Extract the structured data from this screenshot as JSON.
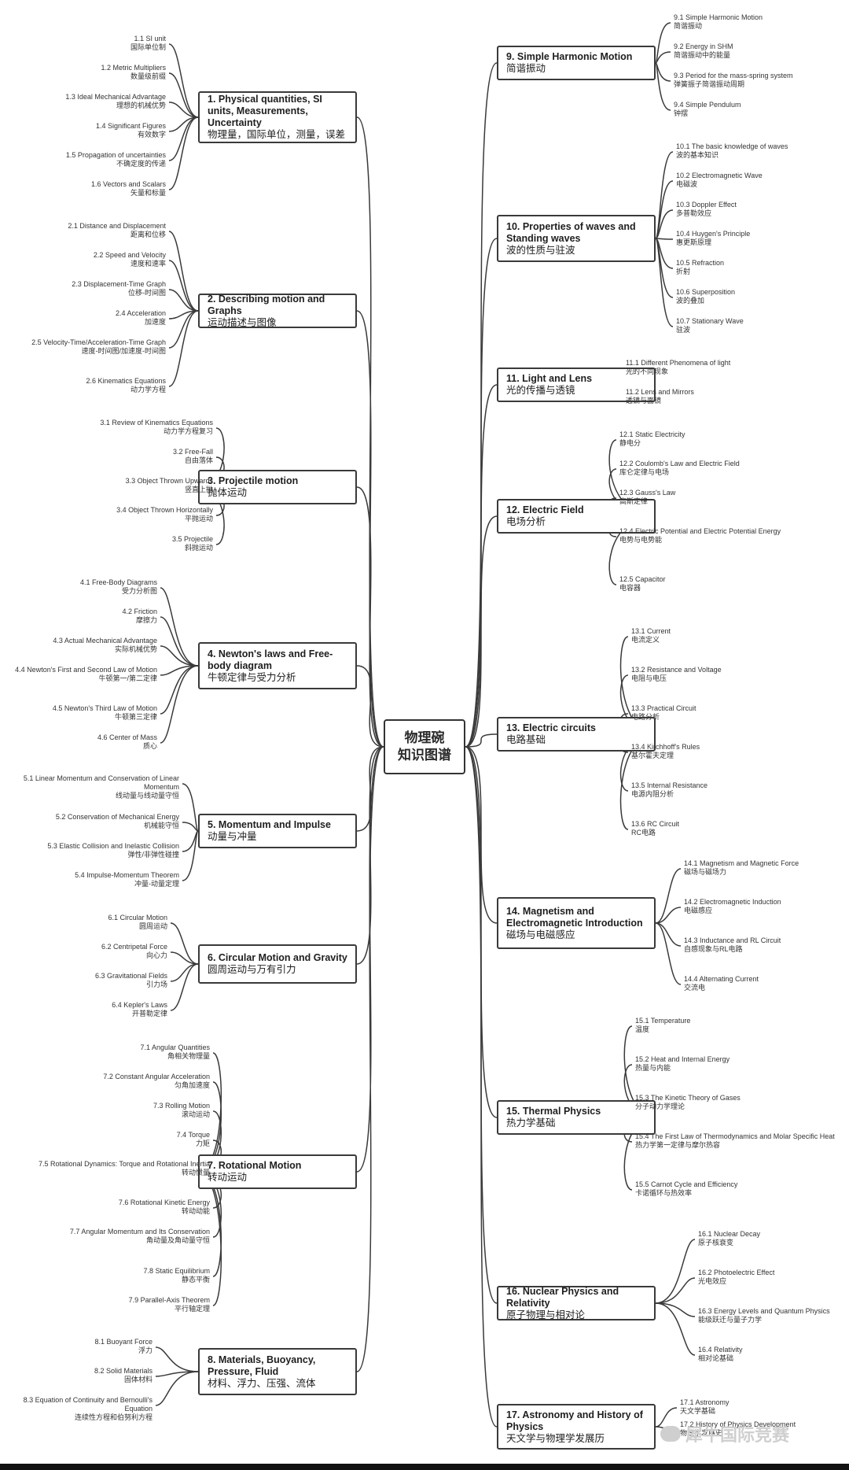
{
  "center": {
    "line1": "物理碗",
    "line2": "知识图谱"
  },
  "watermark": "犀牛国际竞赛",
  "left_topics": [
    {
      "en": "1. Physical quantities, SI units, Measurements, Uncertainty",
      "zh": "物理量，国际单位，测量，误差",
      "subs": [
        {
          "en": "1.1 SI unit",
          "zh": "国际单位制"
        },
        {
          "en": "1.2 Metric Multipliers",
          "zh": "数量级前缀"
        },
        {
          "en": "1.3 Ideal Mechanical Advantage",
          "zh": "理想的机械优势"
        },
        {
          "en": "1.4 Significant Figures",
          "zh": "有效数字"
        },
        {
          "en": "1.5 Propagation of uncertainties",
          "zh": "不确定度的传递"
        },
        {
          "en": "1.6 Vectors and Scalars",
          "zh": "矢量和标量"
        }
      ]
    },
    {
      "en": "2. Describing motion and Graphs",
      "zh": "运动描述与图像",
      "subs": [
        {
          "en": "2.1 Distance and Displacement",
          "zh": "距离和位移"
        },
        {
          "en": "2.2 Speed and Velocity",
          "zh": "速度和速率"
        },
        {
          "en": "2.3 Displacement-Time Graph",
          "zh": "位移-时间图"
        },
        {
          "en": "2.4 Acceleration",
          "zh": "加速度"
        },
        {
          "en": "2.5 Velocity-Time/Acceleration-Time Graph",
          "zh": "速度-时间图/加速度-时间图"
        },
        {
          "en": "2.6 Kinematics Equations",
          "zh": "动力学方程"
        }
      ]
    },
    {
      "en": "3. Projectile motion",
      "zh": "抛体运动",
      "subs": [
        {
          "en": "3.1 Review of Kinematics Equations",
          "zh": "动力学方程复习"
        },
        {
          "en": "3.2 Free-Fall",
          "zh": "自由落体"
        },
        {
          "en": "3.3 Object Thrown Upwards",
          "zh": "竖直上抛"
        },
        {
          "en": "3.4 Object Thrown Horizontally",
          "zh": "平抛运动"
        },
        {
          "en": "3.5 Projectile",
          "zh": "斜抛运动"
        }
      ]
    },
    {
      "en": "4. Newton's laws and Free-body diagram",
      "zh": "牛顿定律与受力分析",
      "subs": [
        {
          "en": "4.1 Free-Body Diagrams",
          "zh": "受力分析图"
        },
        {
          "en": "4.2 Friction",
          "zh": "摩擦力"
        },
        {
          "en": "4.3 Actual Mechanical Advantage",
          "zh": "实际机械优势"
        },
        {
          "en": "4.4 Newton's First and Second Law of Motion",
          "zh": "牛顿第一/第二定律"
        },
        {
          "en": "4.5 Newton's Third Law of Motion",
          "zh": "牛顿第三定律"
        },
        {
          "en": "4.6 Center of Mass",
          "zh": "质心"
        }
      ]
    },
    {
      "en": "5. Momentum and Impulse",
      "zh": "动量与冲量",
      "subs": [
        {
          "en": "5.1 Linear Momentum and Conservation of Linear Momentum",
          "zh": "线动量与线动量守恒"
        },
        {
          "en": "5.2 Conservation of Mechanical Energy",
          "zh": "机械能守恒"
        },
        {
          "en": "5.3 Elastic Collision and Inelastic Collision",
          "zh": "弹性/非弹性碰撞"
        },
        {
          "en": "5.4 Impulse-Momentum Theorem",
          "zh": "冲量-动量定理"
        }
      ]
    },
    {
      "en": "6. Circular Motion and Gravity",
      "zh": "圆周运动与万有引力",
      "subs": [
        {
          "en": "6.1 Circular Motion",
          "zh": "圆周运动"
        },
        {
          "en": "6.2 Centripetal Force",
          "zh": "向心力"
        },
        {
          "en": "6.3 Gravitational Fields",
          "zh": "引力场"
        },
        {
          "en": "6.4 Kepler's Laws",
          "zh": "开普勒定律"
        }
      ]
    },
    {
      "en": "7. Rotational Motion",
      "zh": "转动运动",
      "subs": [
        {
          "en": "7.1 Angular Quantities",
          "zh": "角相关物理量"
        },
        {
          "en": "7.2 Constant Angular Acceleration",
          "zh": "匀角加速度"
        },
        {
          "en": "7.3 Rolling Motion",
          "zh": "滚动运动"
        },
        {
          "en": "7.4 Torque",
          "zh": "力矩"
        },
        {
          "en": "7.5 Rotational Dynamics: Torque and Rotational Inertia",
          "zh": "转动惯量"
        },
        {
          "en": "7.6 Rotational Kinetic Energy",
          "zh": "转动动能"
        },
        {
          "en": "7.7 Angular Momentum and Its Conservation",
          "zh": "角动量及角动量守恒"
        },
        {
          "en": "7.8 Static Equilibrium",
          "zh": "静态平衡"
        },
        {
          "en": "7.9 Parallel-Axis Theorem",
          "zh": "平行轴定理"
        }
      ]
    },
    {
      "en": "8. Materials, Buoyancy, Pressure, Fluid",
      "zh": "材料、浮力、压强、流体",
      "subs": [
        {
          "en": "8.1 Buoyant Force",
          "zh": "浮力"
        },
        {
          "en": "8.2 Solid Materials",
          "zh": "固体材料"
        },
        {
          "en": "8.3 Equation of Continuity and Bernoulli's Equation",
          "zh": "连续性方程和伯努利方程"
        }
      ]
    }
  ],
  "right_topics": [
    {
      "en": "9. Simple Harmonic Motion",
      "zh": "简谐振动",
      "subs": [
        {
          "en": "9.1 Simple Harmonic Motion",
          "zh": "简谐振动"
        },
        {
          "en": "9.2 Energy in SHM",
          "zh": "简谐振动中的能量"
        },
        {
          "en": "9.3 Period for the mass-spring system",
          "zh": "弹簧振子简谐振动周期"
        },
        {
          "en": "9.4 Simple Pendulum",
          "zh": "钟摆"
        }
      ]
    },
    {
      "en": "10. Properties of waves and Standing waves",
      "zh": "波的性质与驻波",
      "subs": [
        {
          "en": "10.1 The basic knowledge of waves",
          "zh": "波的基本知识"
        },
        {
          "en": "10.2 Electromagnetic Wave",
          "zh": "电磁波"
        },
        {
          "en": "10.3 Doppler Effect",
          "zh": "多普勒效应"
        },
        {
          "en": "10.4 Huygen's Principle",
          "zh": "惠更斯原理"
        },
        {
          "en": "10.5 Refraction",
          "zh": "折射"
        },
        {
          "en": "10.6 Superposition",
          "zh": "波的叠加"
        },
        {
          "en": "10.7 Stationary Wave",
          "zh": "驻波"
        }
      ]
    },
    {
      "en": "11. Light and Lens",
      "zh": "光的传播与透镜",
      "subs": [
        {
          "en": "11.1 Different Phenomena of light",
          "zh": "光的不同现象"
        },
        {
          "en": "11.2 Lens and Mirrors",
          "zh": "透镜与面镜"
        }
      ]
    },
    {
      "en": "12. Electric Field",
      "zh": "电场分析",
      "subs": [
        {
          "en": "12.1 Static Electricity",
          "zh": "静电分"
        },
        {
          "en": "12.2 Coulomb's Law and Electric Field",
          "zh": "库仑定律与电场"
        },
        {
          "en": "12.3 Gauss's Law",
          "zh": "高斯定律"
        },
        {
          "en": "12.4 Electric Potential and Electric Potential Energy",
          "zh": "电势与电势能"
        },
        {
          "en": "12.5 Capacitor",
          "zh": "电容器"
        }
      ]
    },
    {
      "en": "13. Electric circuits",
      "zh": "电路基础",
      "subs": [
        {
          "en": "13.1 Current",
          "zh": "电流定义"
        },
        {
          "en": "13.2 Resistance and Voltage",
          "zh": "电阻与电压"
        },
        {
          "en": "13.3 Practical Circuit",
          "zh": "电路分析"
        },
        {
          "en": "13.4 Kirchhoff's Rules",
          "zh": "基尔霍夫定理"
        },
        {
          "en": "13.5 Internal Resistance",
          "zh": "电源内阻分析"
        },
        {
          "en": "13.6 RC Circuit",
          "zh": "RC电路"
        }
      ]
    },
    {
      "en": "14. Magnetism and Electromagnetic Introduction",
      "zh": "磁场与电磁感应",
      "subs": [
        {
          "en": "14.1 Magnetism and Magnetic Force",
          "zh": "磁场与磁场力"
        },
        {
          "en": "14.2 Electromagnetic Induction",
          "zh": "电磁感应"
        },
        {
          "en": "14.3 Inductance and RL Circuit",
          "zh": "自感现象与RL电路"
        },
        {
          "en": "14.4 Alternating Current",
          "zh": "交流电"
        }
      ]
    },
    {
      "en": "15. Thermal Physics",
      "zh": "热力学基础",
      "subs": [
        {
          "en": "15.1 Temperature",
          "zh": "温度"
        },
        {
          "en": "15.2 Heat and Internal Energy",
          "zh": "热量与内能"
        },
        {
          "en": "15.3 The Kinetic Theory of Gases",
          "zh": "分子动力学理论"
        },
        {
          "en": "15.4 The First Law of Thermodynamics and Molar Specific Heat",
          "zh": "热力学第一定律与摩尔热容"
        },
        {
          "en": "15.5 Carnot Cycle and Efficiency",
          "zh": "卡诺循环与热效率"
        }
      ]
    },
    {
      "en": "16. Nuclear Physics and Relativity",
      "zh": "原子物理与相对论",
      "subs": [
        {
          "en": "16.1 Nuclear Decay",
          "zh": "原子核衰变"
        },
        {
          "en": "16.2 Photoelectric Effect",
          "zh": "光电效应"
        },
        {
          "en": "16.3 Energy Levels and Quantum Physics",
          "zh": "能级跃迁与量子力学"
        },
        {
          "en": "16.4 Relativity",
          "zh": "相对论基础"
        }
      ]
    },
    {
      "en": "17. Astronomy and History of Physics",
      "zh": "天文学与物理学发展历",
      "subs": [
        {
          "en": "17.1 Astronomy",
          "zh": "天文学基础"
        },
        {
          "en": "17.2 History of Physics Development",
          "zh": "物理学发展史"
        }
      ]
    }
  ]
}
